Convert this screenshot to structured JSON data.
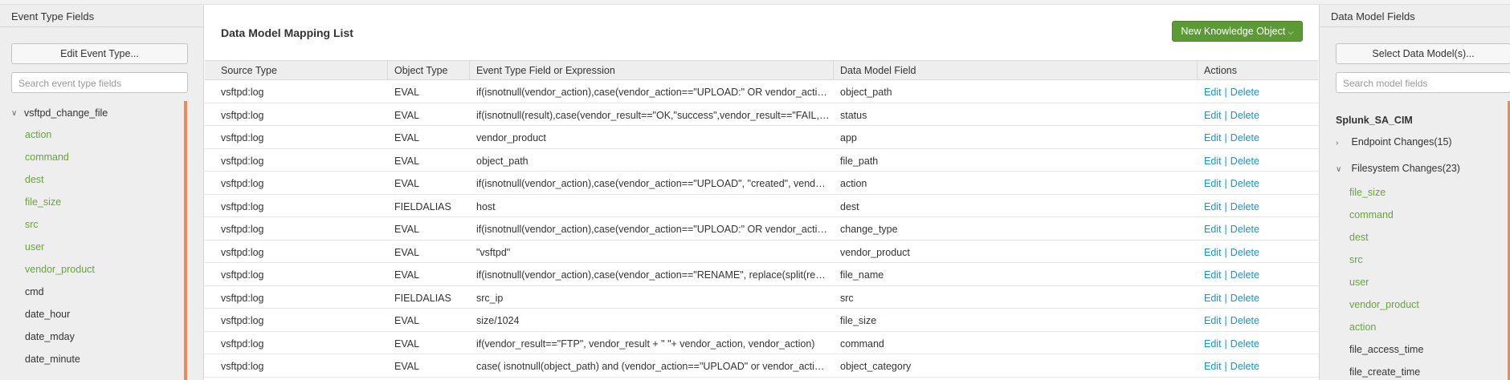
{
  "left_panel": {
    "title": "Event Type Fields",
    "edit_button": "Edit Event Type...",
    "search_placeholder": "Search event type fields",
    "tree_parent": "vsftpd_change_file",
    "fields": [
      {
        "label": "action",
        "color": "green"
      },
      {
        "label": "command",
        "color": "green"
      },
      {
        "label": "dest",
        "color": "green"
      },
      {
        "label": "file_size",
        "color": "green"
      },
      {
        "label": "src",
        "color": "green"
      },
      {
        "label": "user",
        "color": "green"
      },
      {
        "label": "vendor_product",
        "color": "green"
      },
      {
        "label": "cmd",
        "color": "dark"
      },
      {
        "label": "date_hour",
        "color": "dark"
      },
      {
        "label": "date_mday",
        "color": "dark"
      },
      {
        "label": "date_minute",
        "color": "dark"
      }
    ]
  },
  "main": {
    "title": "Data Model Mapping List",
    "new_button": "New Knowledge Object",
    "columns": [
      "Source Type",
      "Object Type",
      "Event Type Field or Expression",
      "Data Model Field",
      "Actions"
    ],
    "action_edit": "Edit",
    "action_delete": "Delete",
    "rows": [
      [
        "vsftpd:log",
        "EVAL",
        "if(isnotnull(vendor_action),case(vendor_action==\"UPLOAD:\" OR vendor_action=...",
        "object_path"
      ],
      [
        "vsftpd:log",
        "EVAL",
        "if(isnotnull(result),case(vendor_result==\"OK,\"success\",vendor_result==\"FAIL,\"fail...",
        "status"
      ],
      [
        "vsftpd:log",
        "EVAL",
        "vendor_product",
        "app"
      ],
      [
        "vsftpd:log",
        "EVAL",
        "object_path",
        "file_path"
      ],
      [
        "vsftpd:log",
        "EVAL",
        "if(isnotnull(vendor_action),case(vendor_action==\"UPLOAD\", \"created\", vendor_a...",
        "action"
      ],
      [
        "vsftpd:log",
        "FIELDALIAS",
        "host",
        "dest"
      ],
      [
        "vsftpd:log",
        "EVAL",
        "if(isnotnull(vendor_action),case(vendor_action==\"UPLOAD:\" OR vendor_action=...",
        "change_type"
      ],
      [
        "vsftpd:log",
        "EVAL",
        "\"vsftpd\"",
        "vendor_product"
      ],
      [
        "vsftpd:log",
        "EVAL",
        "if(isnotnull(vendor_action),case(vendor_action==\"RENAME\", replace(split(replac...",
        "file_name"
      ],
      [
        "vsftpd:log",
        "FIELDALIAS",
        "src_ip",
        "src"
      ],
      [
        "vsftpd:log",
        "EVAL",
        "size/1024",
        "file_size"
      ],
      [
        "vsftpd:log",
        "EVAL",
        "if(vendor_result==\"FTP\", vendor_result + \" \"+ vendor_action, vendor_action)",
        "command"
      ],
      [
        "vsftpd:log",
        "EVAL",
        "case( isnotnull(object_path) and (vendor_action==\"UPLOAD\" or vendor_action=...",
        "object_category"
      ]
    ]
  },
  "right_panel": {
    "title": "Data Model Fields",
    "select_button": "Select Data Model(s)...",
    "search_placeholder": "Search model fields",
    "model_name": "Splunk_SA_CIM",
    "group_collapsed": "Endpoint Changes(15)",
    "group_expanded": "Filesystem Changes(23)",
    "fields": [
      {
        "label": "file_size",
        "color": "green"
      },
      {
        "label": "command",
        "color": "green"
      },
      {
        "label": "dest",
        "color": "green"
      },
      {
        "label": "src",
        "color": "green"
      },
      {
        "label": "user",
        "color": "green"
      },
      {
        "label": "vendor_product",
        "color": "green"
      },
      {
        "label": "action",
        "color": "green"
      },
      {
        "label": "file_access_time",
        "color": "dark"
      },
      {
        "label": "file_create_time",
        "color": "dark"
      }
    ]
  },
  "colors": {
    "accent_green": "#65a637",
    "button_green": "#5c9a35",
    "link_blue": "#1e93c6",
    "scrollbar_orange": "#ee8a5a"
  }
}
